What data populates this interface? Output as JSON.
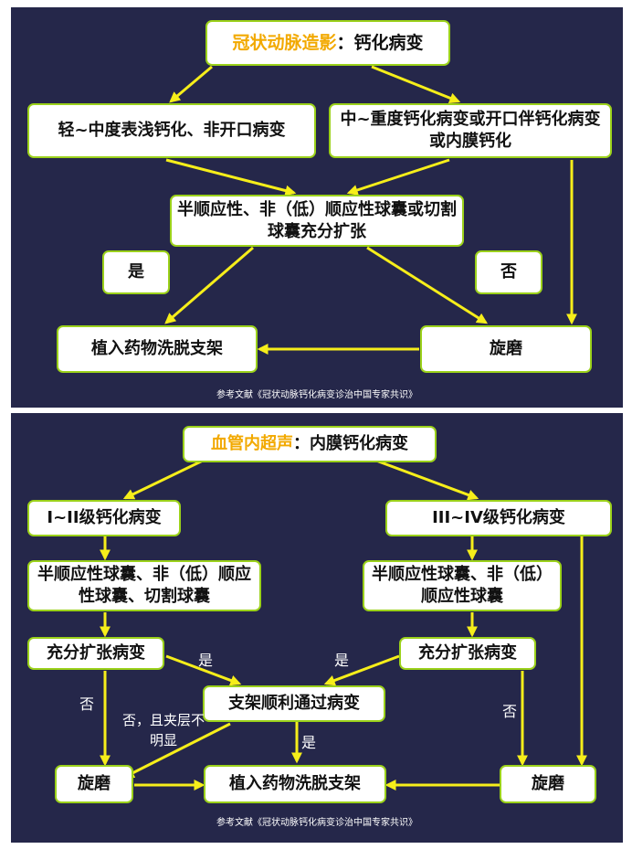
{
  "panel1": {
    "title_highlight": "冠状动脉造影",
    "title_rest": "：钙化病变",
    "left_box": "轻~中度表浅钙化、非开口病变",
    "right_box": "中~重度钙化病变或开口伴钙化病变或内膜钙化",
    "middle_box": "半顺应性、非（低）顺应性球囊或切割球囊充分扩张",
    "yes_label": "是",
    "no_label": "否",
    "stent_box": "植入药物洗脱支架",
    "rota_box": "旋磨",
    "reference": "参考文献《冠状动脉钙化病变诊治中国专家共识》"
  },
  "panel2": {
    "title_highlight": "血管内超声",
    "title_rest": "：内膜钙化病变",
    "left_grade": "I~II级钙化病变",
    "right_grade": "III~IV级钙化病变",
    "left_balloon": "半顺应性球囊、非（低）顺应性球囊、切割球囊",
    "right_balloon": "半顺应性球囊、非（低）顺应性球囊",
    "left_dilate": "充分扩张病变",
    "right_dilate": "充分扩张病变",
    "yes_left": "是",
    "yes_right": "是",
    "no_left": "否",
    "no_right": "否",
    "dissection_label": "否，且夹层不明显",
    "stent_pass": "支架顺利通过病变",
    "yes_bottom": "是",
    "rota_left": "旋磨",
    "rota_right": "旋磨",
    "stent_box": "植入药物洗脱支架",
    "reference": "参考文献《冠状动脉钙化病变诊治中国专家共识》"
  },
  "colors": {
    "background": "#25274a",
    "arrow": "#f6ee1a",
    "box_border": "#9bd11a",
    "highlight": "#f2a900"
  }
}
